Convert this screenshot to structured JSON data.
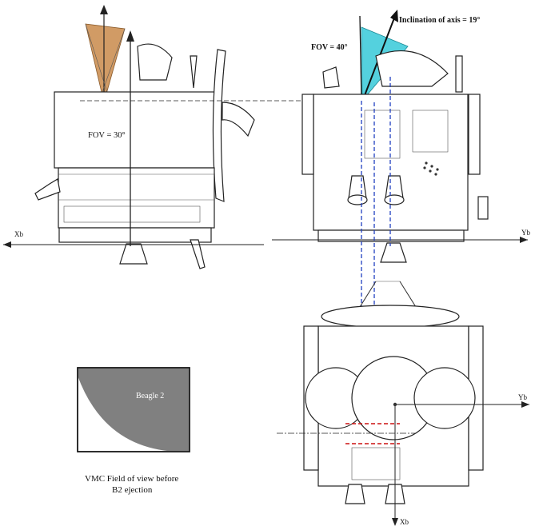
{
  "labels": {
    "fov_left": "FOV = 30°",
    "fov_mid": "FOV = 40°",
    "inclination": "Inclination of axis = 19°",
    "axis_xb_left": "Xb",
    "axis_yb_right": "Yb",
    "axis_yb_bottom": "Yb",
    "axis_xb_bottom": "Xb",
    "beagle": "Beagle 2",
    "caption_line1": "VMC Field of view before",
    "caption_line2": "B2 ejection"
  },
  "colors": {
    "fov_left_fill": "#c9894a",
    "fov_mid_fill": "#36c9d8",
    "guide_blue": "#1f3fbf",
    "guide_red": "#cc1111",
    "beagle_fill": "#808080"
  }
}
